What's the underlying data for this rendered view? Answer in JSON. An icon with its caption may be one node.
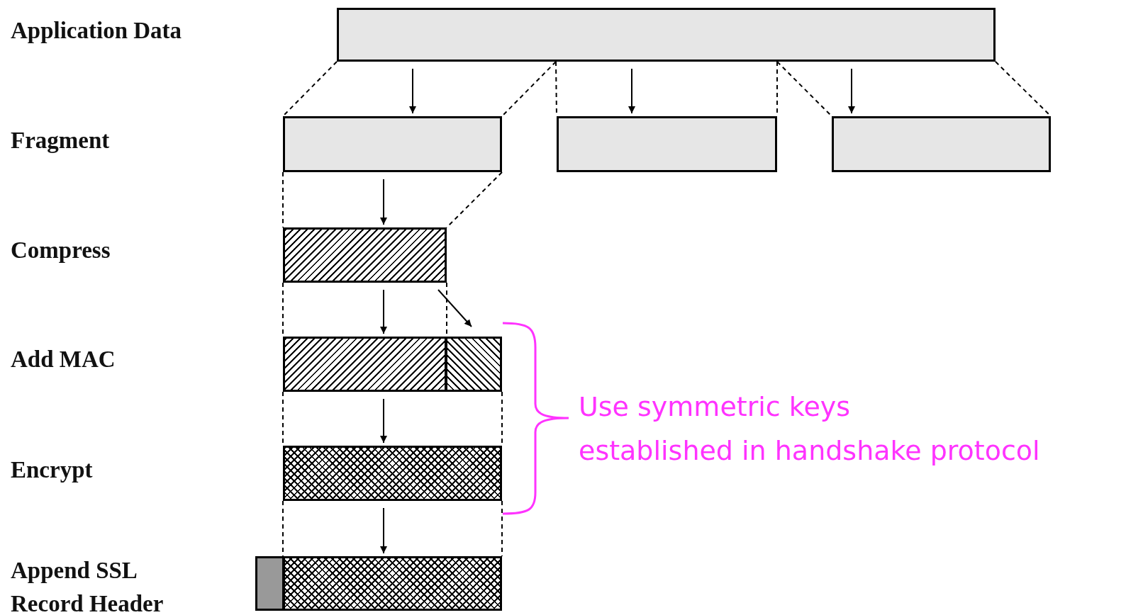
{
  "diagram": {
    "nodes": [
      {
        "text": [],
        "shape": "box"
      },
      {
        "text": [],
        "shape": "box"
      },
      {
        "text": [],
        "shape": "box"
      },
      {
        "text": [],
        "shape": "box"
      },
      {
        "text": [],
        "shape": "box"
      },
      {
        "text": [],
        "shape": "box"
      },
      {
        "text": [],
        "shape": "box"
      },
      {
        "text": [],
        "shape": "box"
      },
      {
        "text": [],
        "shape": "box"
      },
      {
        "text": [],
        "shape": "box"
      }
    ],
    "edges": [
      {
        "from": 0,
        "to": 1,
        "arrow": "to"
      },
      {
        "from": 0,
        "to": 2,
        "arrow": "to"
      },
      {
        "from": 0,
        "to": 3,
        "arrow": "to"
      },
      {
        "from": 1,
        "to": 4,
        "arrow": "to"
      },
      {
        "from": 4,
        "to": 5,
        "arrow": "to"
      },
      {
        "from": 4,
        "to": 6,
        "arrow": "to"
      },
      {
        "from": 5,
        "to": 7,
        "arrow": "to"
      },
      {
        "from": 7,
        "to": 9,
        "arrow": "to"
      },
      {
        "from": 0,
        "to": 1,
        "arrow": "none",
        "style": "dashed"
      },
      {
        "from": 0,
        "to": 1,
        "arrow": "none",
        "style": "dashed"
      },
      {
        "from": 0,
        "to": 2,
        "arrow": "none",
        "style": "dashed"
      },
      {
        "from": 0,
        "to": 2,
        "arrow": "none",
        "style": "dashed"
      },
      {
        "from": 0,
        "to": 3,
        "arrow": "none",
        "style": "dashed"
      },
      {
        "from": 0,
        "to": 3,
        "arrow": "none",
        "style": "dashed"
      },
      {
        "from": 1,
        "to": 4,
        "arrow": "none",
        "style": "dashed"
      },
      {
        "from": 1,
        "to": 4,
        "arrow": "none",
        "style": "dashed"
      },
      {
        "from": 4,
        "to": 5,
        "arrow": "none",
        "style": "dashed"
      },
      {
        "from": 4,
        "to": 6,
        "arrow": "none",
        "style": "dashed"
      },
      {
        "from": 5,
        "to": 7,
        "arrow": "none",
        "style": "dashed"
      },
      {
        "from": 6,
        "to": 7,
        "arrow": "none",
        "style": "dashed"
      },
      {
        "from": 7,
        "to": 8,
        "arrow": "none",
        "style": "dashed"
      },
      {
        "from": 7,
        "to": 9,
        "arrow": "none",
        "style": "dashed"
      }
    ],
    "labels": [
      "Application Data",
      "Fragment",
      "Compress",
      "Add MAC",
      "Encrypt",
      "Append SSL Record Header",
      "Use symmetric keys",
      "established in handshake protocol"
    ]
  }
}
